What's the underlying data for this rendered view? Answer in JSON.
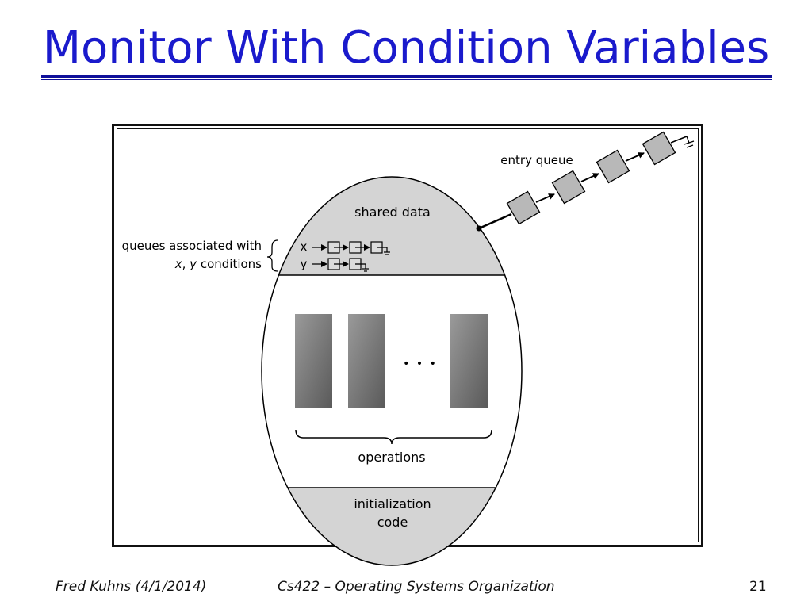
{
  "title": "Monitor With Condition Variables",
  "diagram": {
    "entry_queue_label": "entry queue",
    "shared_data_label": "shared data",
    "queues_label_line1": "queues associated with",
    "queues_label_var1": "x",
    "queues_label_comma": ", ",
    "queues_label_var2": "y",
    "queues_label_rest": " conditions",
    "queue_x_label": "x",
    "queue_y_label": "y",
    "ellipsis": "• • •",
    "operations_label": "operations",
    "init_label_line1": "initialization",
    "init_label_line2": "code"
  },
  "footer": {
    "author": "Fred Kuhns (4/1/2014)",
    "course": "Cs422 – Operating Systems Organization",
    "page_number": "21"
  },
  "colors": {
    "title": "#1a1acc",
    "rule": "#10109a",
    "region_fill": "#d4d4d4",
    "queue_box_fill": "#b8b8b8"
  }
}
